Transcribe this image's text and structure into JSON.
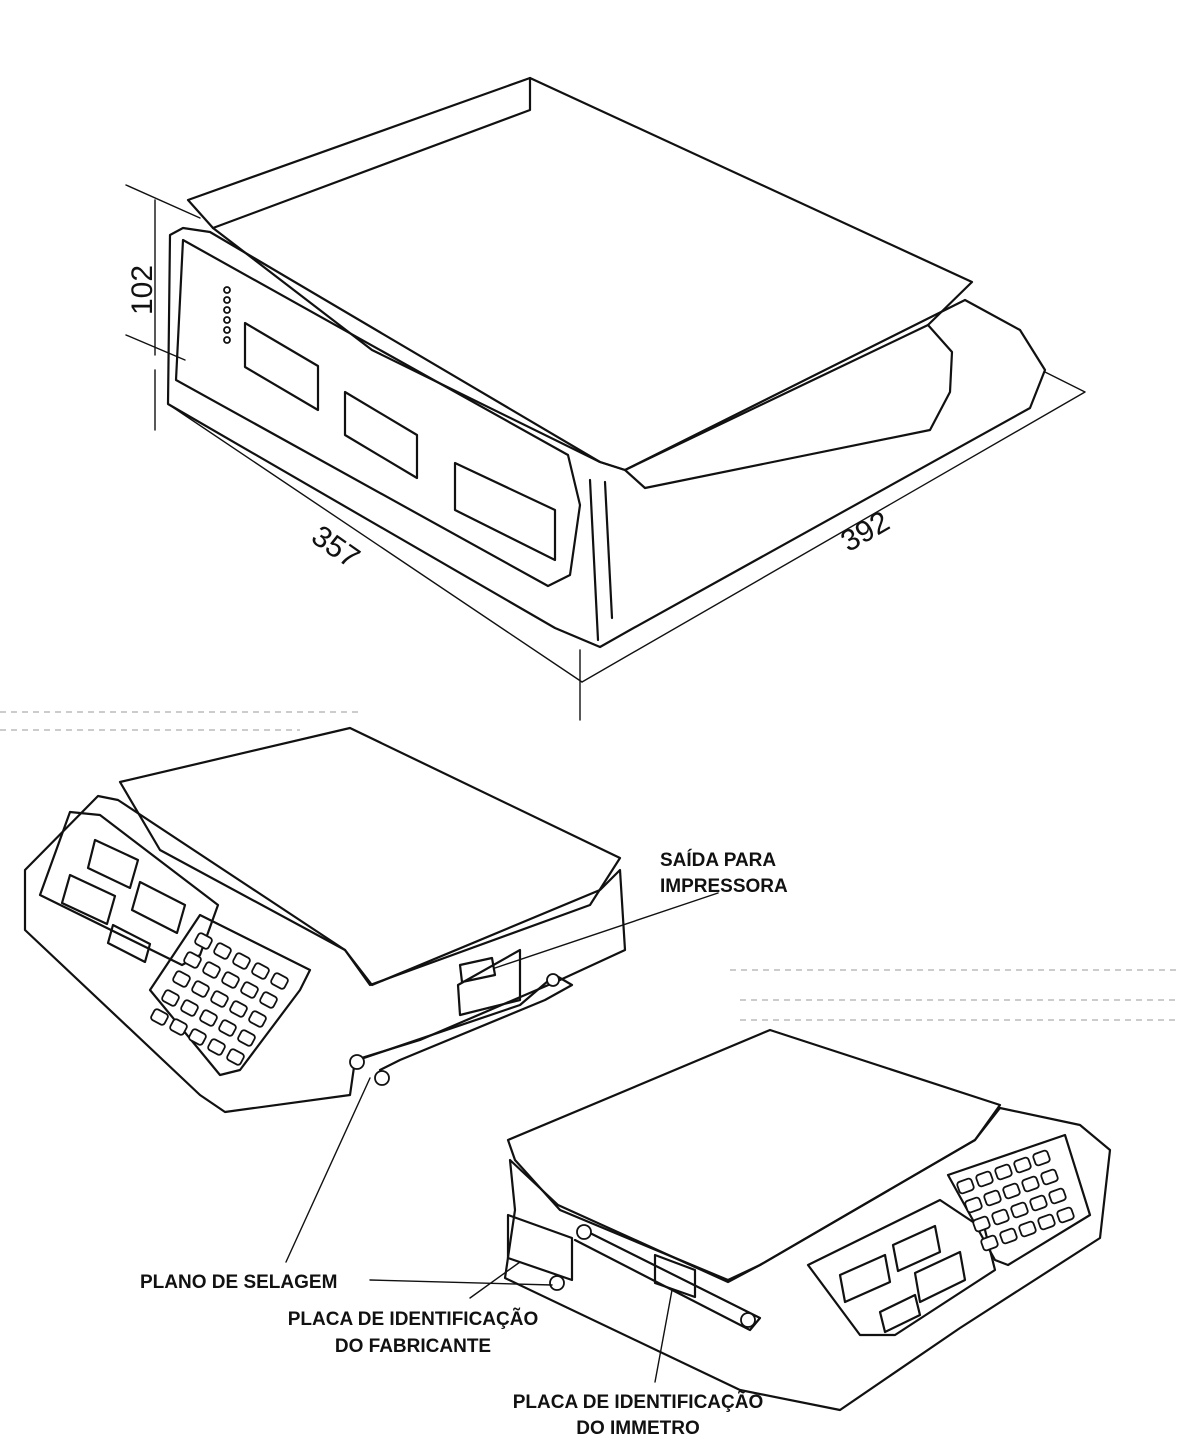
{
  "dimensions": {
    "height": "102",
    "depth": "357",
    "width": "392"
  },
  "labels": {
    "printer_output": [
      "SAÍDA PARA",
      "IMPRESSORA"
    ],
    "sealing_plane": "PLANO DE SELAGEM",
    "manufacturer_plate": [
      "PLACA DE IDENTIFICAÇÃO",
      "DO FABRICANTE"
    ],
    "inmetro_plate": [
      "PLACA DE IDENTIFICAÇÃO",
      "DO IMMETRO"
    ]
  },
  "colors": {
    "line": "#111111",
    "background": "#ffffff"
  }
}
